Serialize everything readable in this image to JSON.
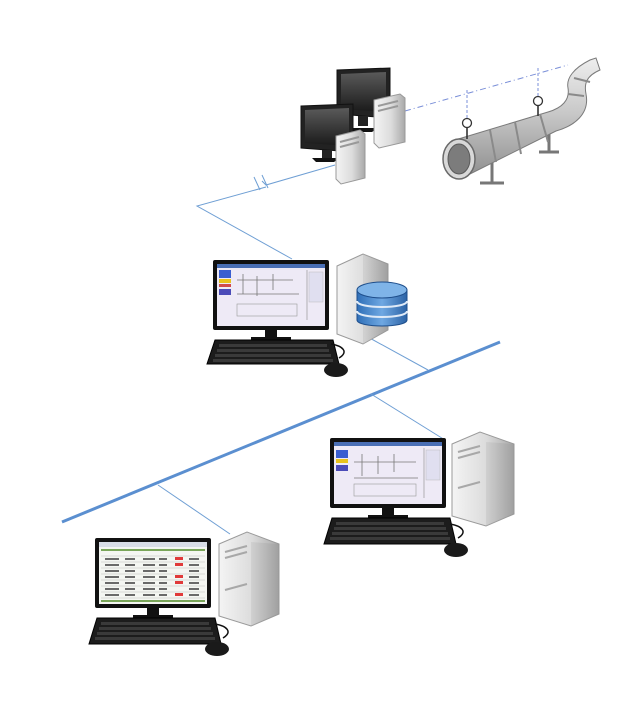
{
  "diagram": {
    "type": "network-topology",
    "nodes": [
      {
        "id": "field-workstations",
        "icon": "dual-monitor-workstation-icon"
      },
      {
        "id": "pipeline",
        "icon": "pipeline-icon"
      },
      {
        "id": "server-workstation",
        "icon": "workstation-with-database-icon"
      },
      {
        "id": "client-workstation-1",
        "icon": "client-workstation-icon",
        "screen": "schematic"
      },
      {
        "id": "client-workstation-2",
        "icon": "client-workstation-icon",
        "screen": "table"
      }
    ],
    "links": [
      {
        "from": "field-workstations",
        "to": "pipeline",
        "style": "dash-dot"
      },
      {
        "from": "field-workstations",
        "to": "server-workstation",
        "style": "broken-solid"
      },
      {
        "from": "server-workstation",
        "to": "network-backbone",
        "style": "solid"
      },
      {
        "from": "network-backbone",
        "to": "client-workstation-1",
        "style": "solid"
      },
      {
        "from": "network-backbone",
        "to": "client-workstation-2",
        "style": "solid"
      }
    ],
    "colors": {
      "link": "#6f9fd4",
      "backbone": "#5b8fd0",
      "monitor_frame": "#111111",
      "screen_bg": "#eeeaf6",
      "database": "#3f7fc6",
      "tower": "#d6d6d6",
      "pipe": "#c6c6c6"
    }
  }
}
